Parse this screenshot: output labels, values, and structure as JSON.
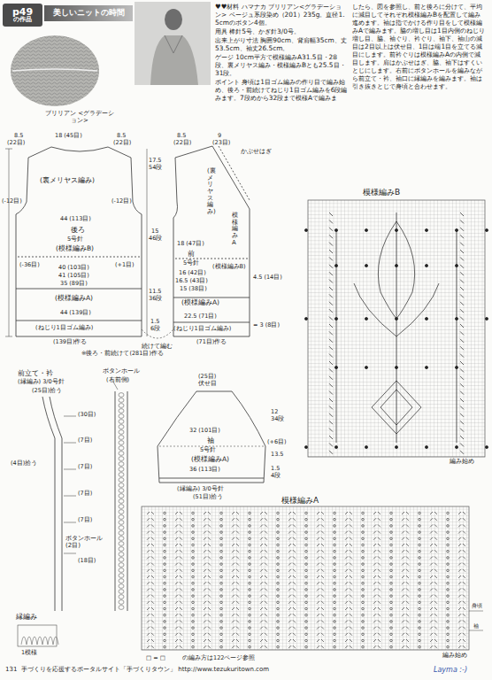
{
  "diagram": {
    "nodes": [
      {
        "text": [
          "p49",
          "の作品"
        ]
      },
      {
        "text": [
          "美しいニットの時間"
        ]
      }
    ],
    "labels": [
      "♥♥材料 ハマナカ ブリリアン<グラデーション> ベージュ系段染め（201）235g。直径1.5cmのボタン4個。",
      "用具 棒針5号、かぎ針3/0号。",
      "出来上がり寸法 胸囲90cm、背肩幅35cm、丈53.5cm、袖丈26.5cm。",
      "ゲージ 10cm平方で模様編みA31.5目・28段、裏メリヤス編み・模様編みBとも25.5目・31段。",
      "ポイント 身頃は1目ゴム編みの作り目で編み始め、後ろ・前続けてねじり1目ゴム編みを6段編みます。7段めから32段まで模様Aで編みま",
      "したら、図を参照し、前と後ろに分けて、平均に減目してそれぞれ模様編みBを配置して編み進めます。袖は指でかける作り目をして模様編みAで編みます。脇の増し目は1目内側のねじり増し目、脇、袖ぐり、衿ぐり、袖下、袖山の減目は2目以上は伏せ目、1目は端1目を立てる減目にします。前衿ぐりは模様編みAの内側で減目します。肩はかぶせはぎ、脇、袖下はすくいとじにします。右前にボタンホールを編みながら前立て・衿、袖口に縁編みを編みます。袖は引き抜きとじで身頃と合わせます。",
      "ブリリアン <グラデーション>",
      "8.5",
      "(22目)",
      "18 (45目)",
      "8.5",
      "(22目)",
      "(裏メリヤス編み)",
      "(-12目)",
      "(-12目)",
      "44 (113目)",
      "後ろ",
      "5号針",
      "(模様編みB)",
      "(-36目)",
      "(+1目)",
      "40 (103目)",
      "41 (105目)",
      "35 (89目)",
      "(模様編みA)",
      "44 (139目)",
      "(ねじり1目ゴム編み)",
      "(139目)作る",
      "17.5",
      "54段",
      "15",
      "46段",
      "11.5",
      "36段",
      "8.5",
      "(22目)",
      "9",
      "(23目)",
      "かぶせはぎ",
      "模様編みA",
      "(裏メリヤス編み)",
      "18 (47目)",
      "前",
      "5号針",
      "16 (42目)",
      "16.5 (43目)",
      "15 (38目)",
      "(模様編みB)",
      "4.5 (14目)",
      "(模様編みA)",
      "22.5 (71目)",
      "(ねじり1目ゴム編み)",
      "(71目)作る",
      "= 3 (8目)",
      "1.5",
      "6段",
      "※後ろ・前続けて(281目)作る",
      "続けて編む",
      "(25目)",
      "伏せ目",
      "12",
      "34段",
      "(+6目)",
      "13.5",
      "1.5",
      "4段",
      "32 (101目)",
      "袖",
      "5号針",
      "(模様編みA)",
      "36 (113目)",
      "(縁編み) 3/0号針",
      "(51目)拾う",
      "前立て・衿",
      "(縁編み) 3/0号針",
      "(25目)拾う",
      "(30目)",
      "(7目)",
      "(4目)拾う",
      "(7目)",
      "(7目)",
      "(7目)",
      "ボタンホール (2目)",
      "(18目)",
      "ボタンホール",
      "(右前側)",
      "縁編み",
      "1模様",
      "模様編みB",
      "編み始め",
      "模様編みA",
      "身頃",
      "袖",
      "編み始め",
      "□ = □",
      "の編み方は122ページ参照",
      "131",
      "手づくりを応援するポータルサイト「手づくりタウン」 http://www.tezukuritown.com",
      "Layma :-)"
    ]
  }
}
